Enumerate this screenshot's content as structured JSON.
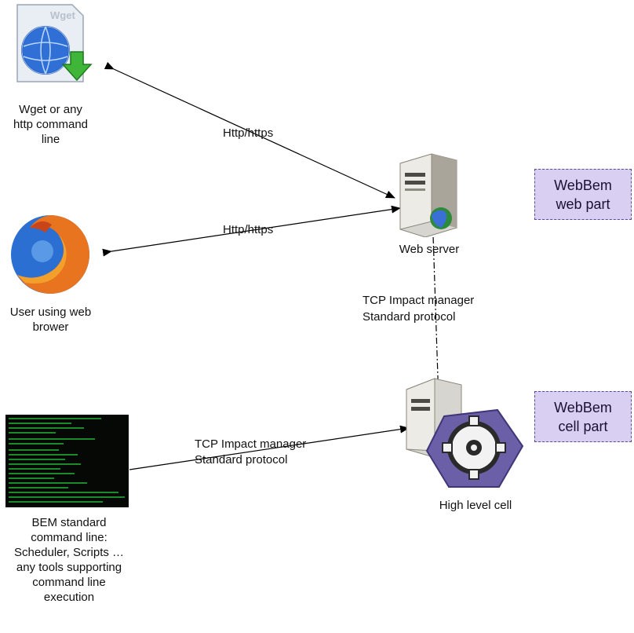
{
  "nodes": {
    "wget": {
      "label": "Wget or any http command line",
      "icon_name": "wget-icon",
      "icon_text": "Wget"
    },
    "browser": {
      "label": "User using web brower",
      "icon_name": "firefox-browser-icon"
    },
    "bem_cli": {
      "label": "BEM standard command line: Scheduler, Scripts … any tools supporting command line execution",
      "icon_name": "terminal-screen-icon"
    },
    "web_server": {
      "label": "Web server",
      "icon_name": "web-server-icon"
    },
    "cell": {
      "label": "High level cell",
      "icon_name": "cell-gear-icon"
    }
  },
  "edges": {
    "http_top": "Http/https",
    "http_bottom": "Http/https",
    "tcp_vertical_line1": "TCP Impact manager",
    "tcp_vertical_line2": "Standard protocol",
    "tcp_cli_line1": "TCP Impact manager",
    "tcp_cli_line2": "Standard protocol"
  },
  "tags": {
    "web_part": {
      "line1": "WebBem",
      "line2": "web part"
    },
    "cell_part": {
      "line1": "WebBem",
      "line2": "cell part"
    }
  },
  "colors": {
    "tag_fill": "#d9cff2",
    "tag_border": "#5a4a9a",
    "cell_hexagon": "#6b5fa8",
    "terminal_bg": "#050805",
    "terminal_text": "#1c8a2a"
  }
}
